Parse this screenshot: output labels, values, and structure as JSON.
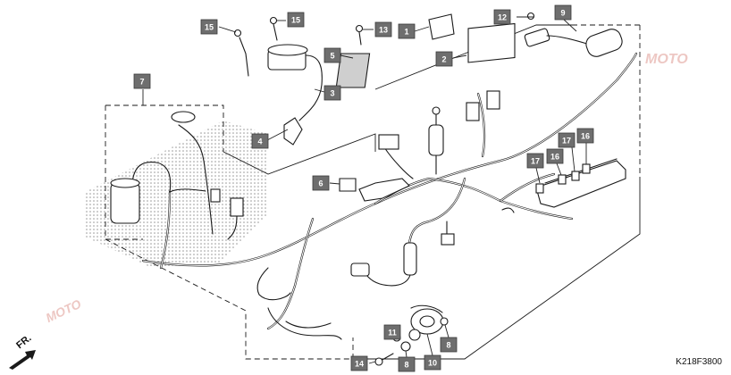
{
  "diagram_code": "K218F3800",
  "direction_label": "FR.",
  "watermark": {
    "text": "MOTO",
    "color": "#c0392b"
  },
  "colors": {
    "callout": "#6e6e6e",
    "stroke": "#1a1a1a",
    "shade": "#b8b8b8"
  },
  "callouts": [
    {
      "id": "c15a",
      "label": "15"
    },
    {
      "id": "c15b",
      "label": "15"
    },
    {
      "id": "c13",
      "label": "13"
    },
    {
      "id": "c1",
      "label": "1"
    },
    {
      "id": "c12",
      "label": "12"
    },
    {
      "id": "c9",
      "label": "9"
    },
    {
      "id": "c5",
      "label": "5"
    },
    {
      "id": "c2",
      "label": "2"
    },
    {
      "id": "c3",
      "label": "3"
    },
    {
      "id": "c7",
      "label": "7"
    },
    {
      "id": "c4",
      "label": "4"
    },
    {
      "id": "c6",
      "label": "6"
    },
    {
      "id": "c16a",
      "label": "16"
    },
    {
      "id": "c17a",
      "label": "17"
    },
    {
      "id": "c16b",
      "label": "16"
    },
    {
      "id": "c17b",
      "label": "17"
    },
    {
      "id": "c11",
      "label": "11"
    },
    {
      "id": "c8a",
      "label": "8"
    },
    {
      "id": "c14",
      "label": "14"
    },
    {
      "id": "c8b",
      "label": "8"
    },
    {
      "id": "c10",
      "label": "10"
    }
  ]
}
